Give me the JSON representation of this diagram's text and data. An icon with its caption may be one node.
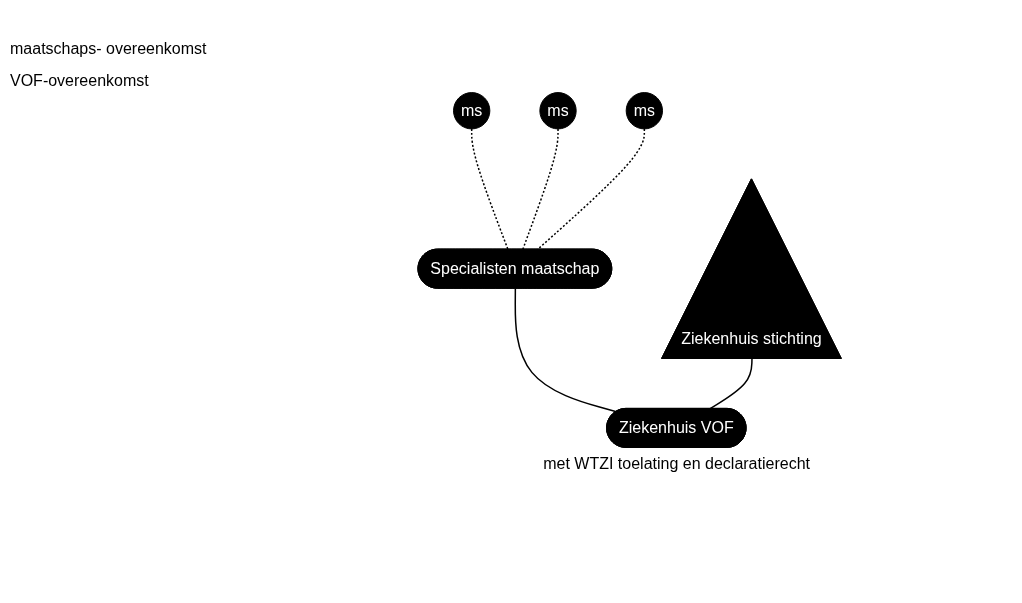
{
  "diagram": {
    "nodes": [
      {
        "text": [
          "ms"
        ]
      },
      {
        "text": [
          "ms"
        ]
      },
      {
        "text": [
          "ms"
        ]
      },
      {
        "text": [
          "Specialisten maatschap"
        ]
      },
      {
        "text": [
          "Ziekenhuis stichting"
        ]
      },
      {
        "text": [
          "Ziekenhuis VOF"
        ],
        "beside": [
          "met WTZI toelating en declaratierecht"
        ]
      }
    ],
    "edges": [
      {
        "from": 0,
        "to": 3,
        "arrow": "none",
        "style": "dashed"
      },
      {
        "from": 1,
        "to": 3,
        "arrow": "none",
        "style": "dashed"
      },
      {
        "from": 2,
        "to": 3,
        "arrow": "none",
        "style": "dashed"
      },
      {
        "from": 3,
        "to": 5,
        "arrow": "none"
      },
      {
        "from": 4,
        "to": 5,
        "arrow": "none"
      }
    ],
    "labels": [
      "maatschaps- overeenkomst",
      "VOF-overeenkomst"
    ]
  }
}
